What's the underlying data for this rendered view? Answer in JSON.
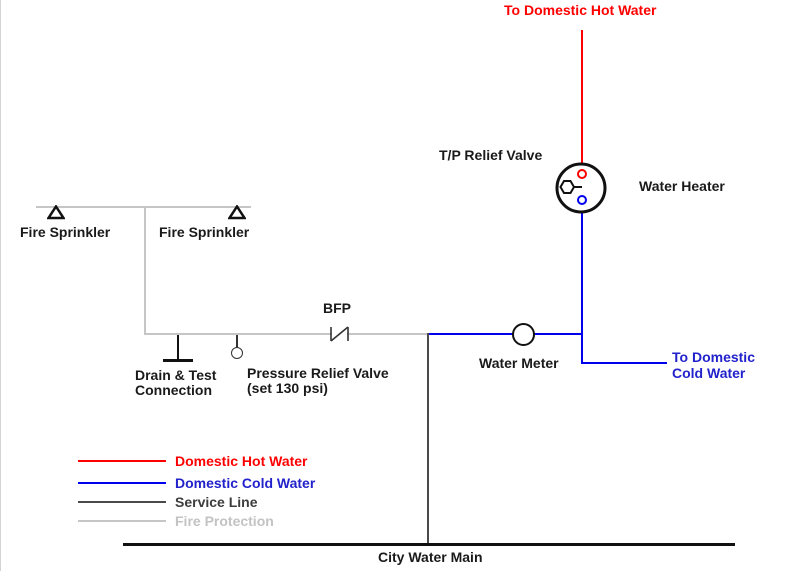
{
  "colors": {
    "hot_line": "#ff0000",
    "hot_text": "#ff0000",
    "cold_line": "#0000ee",
    "cold_text": "#2222cc",
    "service_line": "#4a4a4a",
    "service_text": "#3d3d3d",
    "fire_line": "#c6c6c6",
    "fire_text": "#c3c3c3",
    "main_line": "#111111",
    "label_text": "#1a1a1a"
  },
  "labels": {
    "to_domestic_hot_water": "To Domestic Hot Water",
    "tp_relief_valve": "T/P Relief Valve",
    "water_heater": "Water Heater",
    "to_domestic_cold_line1": "To Domestic",
    "to_domestic_cold_line2": "Cold Water",
    "fire_sprinkler_left": "Fire Sprinkler",
    "fire_sprinkler_right": "Fire Sprinkler",
    "bfp": "BFP",
    "water_meter": "Water Meter",
    "pressure_relief_line1": "Pressure Relief Valve",
    "pressure_relief_line2": "(set 130 psi)",
    "drain_line1": "Drain & Test",
    "drain_line2": "Connection",
    "city_water_main": "City Water Main"
  },
  "legend": {
    "items": [
      {
        "label": "Domestic Hot Water",
        "line_color": "#ff0000",
        "text_color": "#ff0000"
      },
      {
        "label": "Domestic Cold Water",
        "line_color": "#0000ee",
        "text_color": "#2222cc"
      },
      {
        "label": "Service Line",
        "line_color": "#4a4a4a",
        "text_color": "#3d3d3d"
      },
      {
        "label": "Fire Protection",
        "line_color": "#c6c6c6",
        "text_color": "#c3c3c3"
      }
    ]
  }
}
